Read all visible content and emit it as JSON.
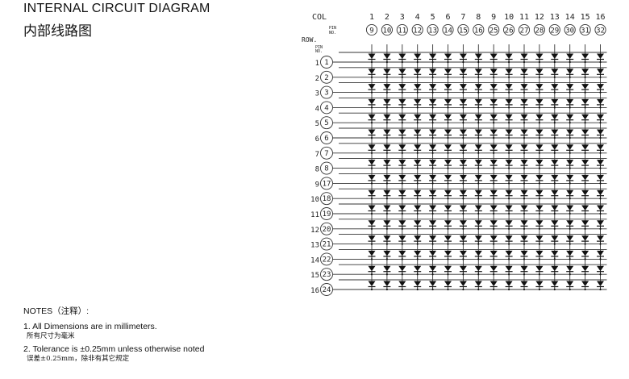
{
  "header": {
    "title_en": "INTERNAL CIRCUIT DIAGRAM",
    "title_cn": "内部线路图"
  },
  "notes": {
    "heading": "NOTES（注释）:",
    "items": [
      {
        "en": "1. All Dimensions are in millimeters.",
        "cn": "所有尺寸为毫米"
      },
      {
        "en": "2. Tolerance is ±0.25mm unless otherwise noted",
        "cn": "误差±0.25mm，除非有其它规定"
      }
    ]
  },
  "matrix": {
    "col_label": "COL",
    "row_label": "ROW.",
    "pin_label": "PIN NO.",
    "columns": [
      {
        "col": "1",
        "pin": "9"
      },
      {
        "col": "2",
        "pin": "10"
      },
      {
        "col": "3",
        "pin": "11"
      },
      {
        "col": "4",
        "pin": "12"
      },
      {
        "col": "5",
        "pin": "13"
      },
      {
        "col": "6",
        "pin": "14"
      },
      {
        "col": "7",
        "pin": "15"
      },
      {
        "col": "8",
        "pin": "16"
      },
      {
        "col": "9",
        "pin": "25"
      },
      {
        "col": "10",
        "pin": "26"
      },
      {
        "col": "11",
        "pin": "27"
      },
      {
        "col": "12",
        "pin": "28"
      },
      {
        "col": "13",
        "pin": "29"
      },
      {
        "col": "14",
        "pin": "30"
      },
      {
        "col": "15",
        "pin": "31"
      },
      {
        "col": "16",
        "pin": "32"
      }
    ],
    "rows": [
      {
        "row": "1",
        "pin": "1"
      },
      {
        "row": "2",
        "pin": "2"
      },
      {
        "row": "3",
        "pin": "3"
      },
      {
        "row": "4",
        "pin": "4"
      },
      {
        "row": "5",
        "pin": "5"
      },
      {
        "row": "6",
        "pin": "6"
      },
      {
        "row": "7",
        "pin": "7"
      },
      {
        "row": "8",
        "pin": "8"
      },
      {
        "row": "9",
        "pin": "17"
      },
      {
        "row": "10",
        "pin": "18"
      },
      {
        "row": "11",
        "pin": "19"
      },
      {
        "row": "12",
        "pin": "20"
      },
      {
        "row": "13",
        "pin": "21"
      },
      {
        "row": "14",
        "pin": "22"
      },
      {
        "row": "15",
        "pin": "23"
      },
      {
        "row": "16",
        "pin": "24"
      }
    ]
  }
}
